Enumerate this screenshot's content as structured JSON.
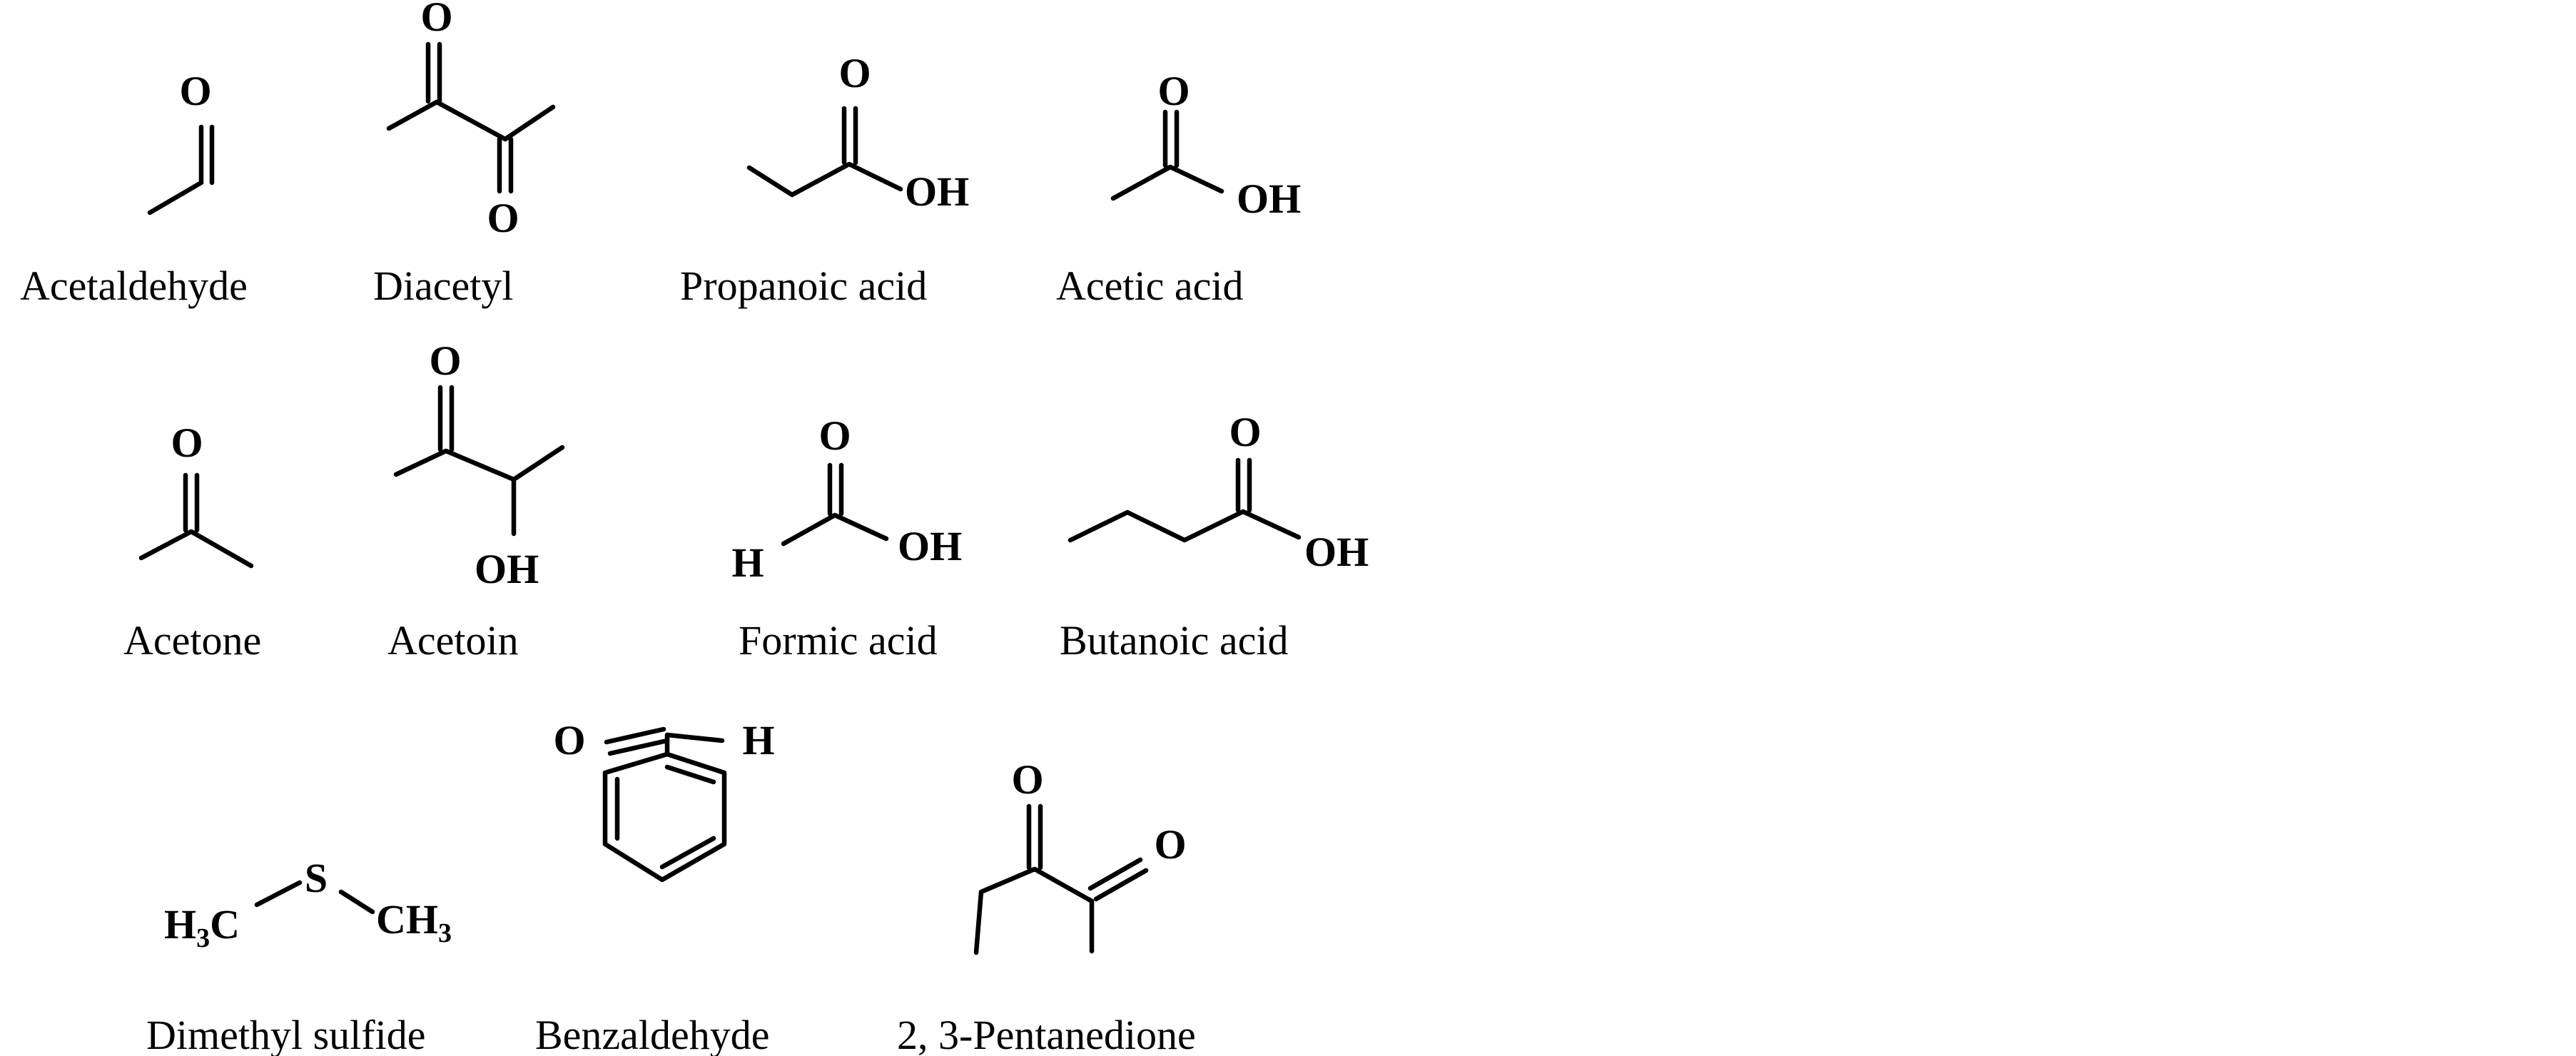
{
  "compounds": [
    {
      "name": "Acetaldehyde",
      "atoms": [
        "O"
      ]
    },
    {
      "name": "Diacetyl",
      "atoms": [
        "O",
        "O"
      ]
    },
    {
      "name": "Propanoic acid",
      "atoms": [
        "O",
        "OH"
      ]
    },
    {
      "name": "Acetic acid",
      "atoms": [
        "O",
        "OH"
      ]
    },
    {
      "name": "Acetone",
      "atoms": [
        "O"
      ]
    },
    {
      "name": "Acetoin",
      "atoms": [
        "O",
        "OH"
      ]
    },
    {
      "name": "Formic acid",
      "atoms": [
        "O",
        "H",
        "OH"
      ]
    },
    {
      "name": "Butanoic acid",
      "atoms": [
        "O",
        "OH"
      ]
    },
    {
      "name": "Dimethyl sulfide",
      "atoms": [
        "S"
      ],
      "groups": [
        {
          "main": "H",
          "sub": "3",
          "tail": "C"
        },
        {
          "main": "CH",
          "sub": "3",
          "tail": ""
        }
      ]
    },
    {
      "name": "Benzaldehyde",
      "atoms": [
        "O",
        "H"
      ]
    },
    {
      "name": "2, 3-Pentanedione",
      "atoms": [
        "O",
        "O"
      ]
    }
  ]
}
